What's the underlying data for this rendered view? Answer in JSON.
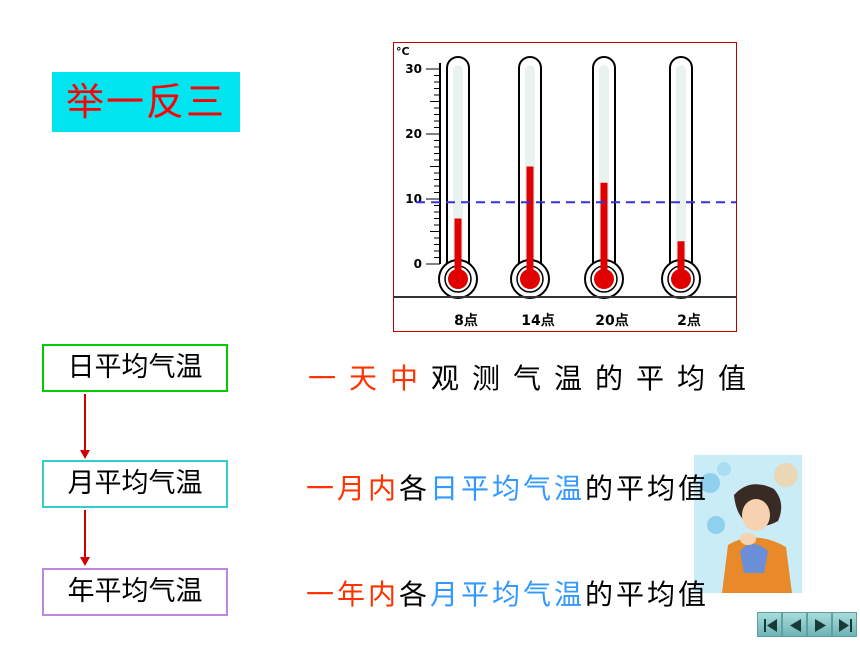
{
  "title": "举一反三",
  "thermometers": {
    "unit": "°C",
    "ticks": [
      "30",
      "20",
      "10",
      "0"
    ],
    "axis_min": 0,
    "axis_max": 30,
    "average": 9.5,
    "items": [
      {
        "label": "8点",
        "value": 7
      },
      {
        "label": "14点",
        "value": 15
      },
      {
        "label": "20点",
        "value": 12.5
      },
      {
        "label": "2点",
        "value": 3.5
      }
    ]
  },
  "concepts": [
    {
      "label": "日平均气温",
      "color": "#00cc00"
    },
    {
      "label": "月平均气温",
      "color": "#33cccc"
    },
    {
      "label": "年平均气温",
      "color": "#bb88dd"
    }
  ],
  "definitions": [
    {
      "parts": [
        {
          "text": "一天中",
          "color": "#ff3300"
        },
        {
          "text": "观测气温的平均值",
          "color": "#000000"
        }
      ]
    },
    {
      "parts": [
        {
          "text": "一月内",
          "color": "#ff3300"
        },
        {
          "text": "各",
          "color": "#000000"
        },
        {
          "text": "日平均气温",
          "color": "#3399ff"
        },
        {
          "text": "的平均值",
          "color": "#000000"
        }
      ]
    },
    {
      "parts": [
        {
          "text": "一年内",
          "color": "#ff3300"
        },
        {
          "text": "各",
          "color": "#000000"
        },
        {
          "text": "月平均气温",
          "color": "#3399ff"
        },
        {
          "text": "的平均值",
          "color": "#000000"
        }
      ]
    }
  ],
  "nav": {
    "icons": [
      "first-slide-icon",
      "previous-slide-icon",
      "next-slide-icon",
      "last-slide-icon"
    ]
  }
}
